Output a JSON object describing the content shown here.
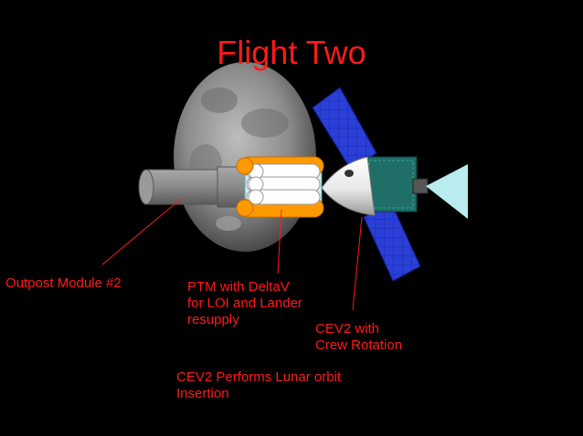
{
  "title": "Flight Two",
  "labels": {
    "outpost_module": "Outpost Module #2",
    "ptm": "PTM with DeltaV\nfor LOI and Lander\nresupply",
    "cev2_crew": "CEV2 with\nCrew Rotation",
    "cev2_insertion": "CEV2 Performs Lunar orbit\nInsertion"
  },
  "colors": {
    "background": "#000000",
    "label_text": "#ff1a1a",
    "solar_panel": "#2a3fd6",
    "tank_orange": "#ff9900",
    "service_module": "#1f6e68",
    "engine_plume": "#b8ecef",
    "outpost_gray": "#8a8a8a"
  }
}
